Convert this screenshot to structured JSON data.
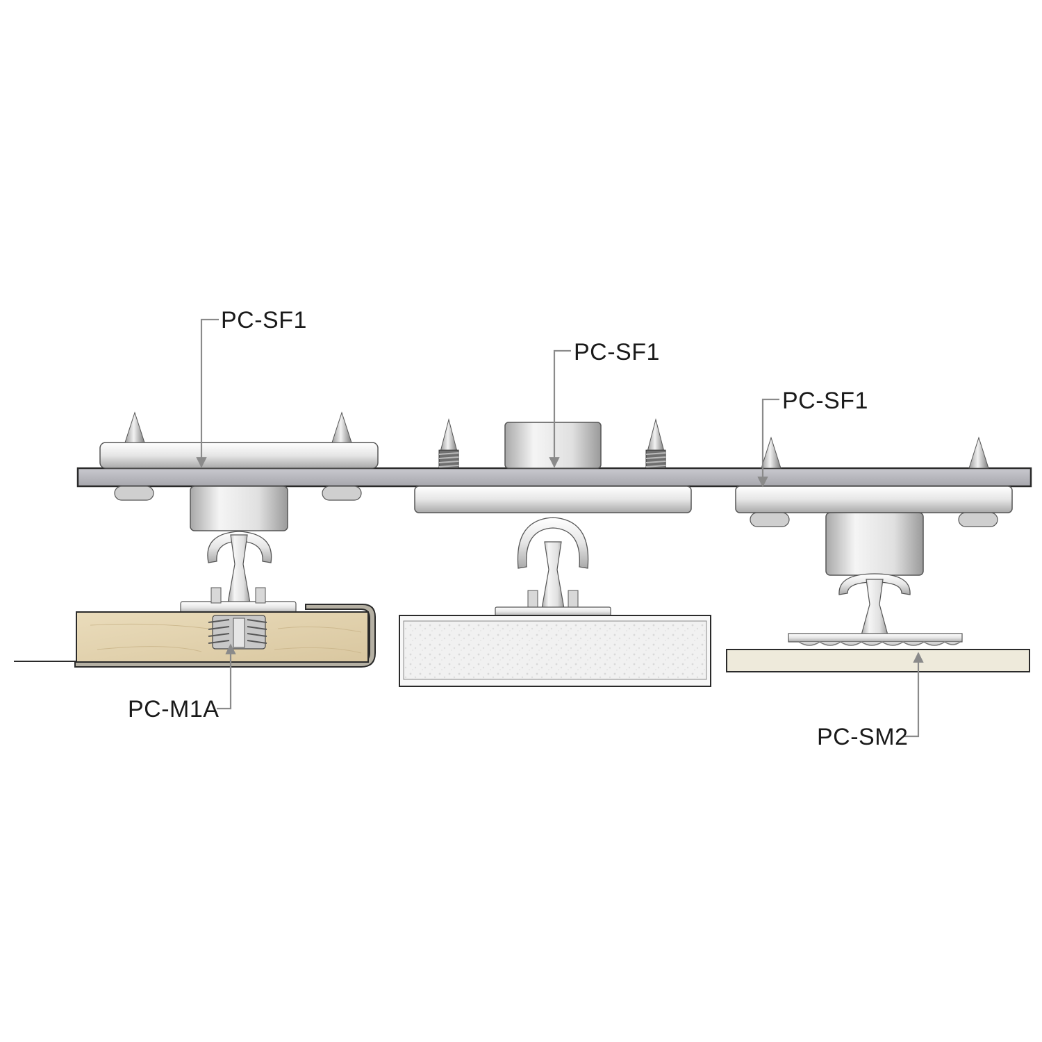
{
  "labels": {
    "left_top": "PC-SF1",
    "middle_top": "PC-SF1",
    "right_top": "PC-SF1",
    "left_bottom": "PC-M1A",
    "right_bottom": "PC-SM2"
  },
  "colors": {
    "panel": "#b9b9bf",
    "metal_light": "#f4f4f4",
    "metal_mid": "#d2d2d2",
    "metal_dark": "#8c8c8c",
    "wood": "#e2d3b2",
    "foam": "#efefef",
    "board": "#eeeadb",
    "leader": "#8a8a8a"
  }
}
